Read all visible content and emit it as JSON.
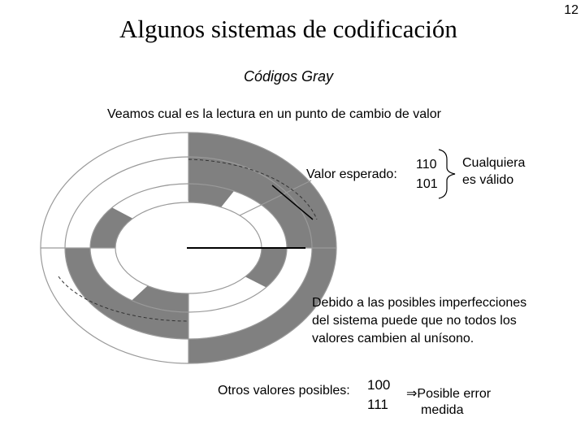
{
  "slide": {
    "title": "Algunos sistemas de codificación",
    "page_number": "12",
    "subtitle": "Códigos Gray",
    "intro": "Veamos cual es la lectura en un punto de cambio de valor"
  },
  "expected": {
    "label": "Valor esperado:",
    "values": [
      "110",
      "101"
    ],
    "any_valid_lines": [
      "Cualquiera",
      "es válido"
    ]
  },
  "note": {
    "lines": [
      "Debido a las posibles imperfecciones",
      "del sistema puede que no todos los",
      "valores cambien al unísono."
    ]
  },
  "others": {
    "label": "Otros valores posibles:",
    "values": [
      "100",
      "111"
    ],
    "error_symbol": "⇒",
    "error_lines": [
      "Posible error",
      "medida"
    ]
  },
  "disc": {
    "fill_color": "#808080",
    "line_color": "#9a9a9a"
  }
}
